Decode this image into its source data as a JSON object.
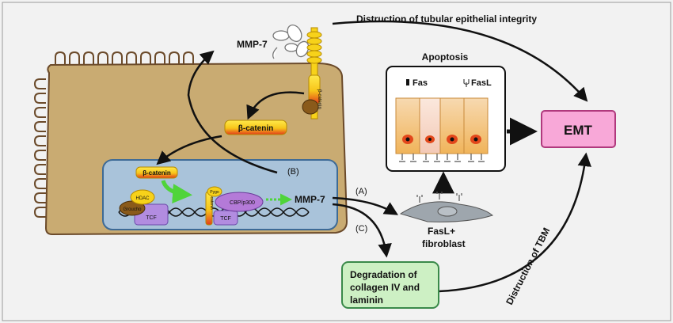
{
  "labels": {
    "mmp7_top": "MMP-7",
    "mmp7_nucleus": "MMP-7",
    "beta_catenin_cyto": "β-catenin",
    "beta_catenin_nucleus": "β-catenin",
    "beta_catenin_membrane": "β-catenin",
    "beta_catenin_complex": "β-catenin",
    "path_a": "(A)",
    "path_b": "(B)",
    "path_c": "(C)",
    "hdac": "HDAC",
    "groucho": "Groucho",
    "tcf_left": "TCF",
    "tcf_right": "TCF",
    "pygo": "Pygo",
    "cbp": "CBP/p300",
    "apoptosis": "Apoptosis",
    "fas": "Fas",
    "fasl": "FasL",
    "fasl_fibroblast_1": "FasL+",
    "fasl_fibroblast_2": "fibroblast",
    "emt": "EMT",
    "degradation_1": "Degradation of",
    "degradation_2": "collagen IV and",
    "degradation_3": "laminin",
    "tubular": "Distruction of tubular epithelial integrity",
    "tbm": "Distruction of TBM"
  },
  "colors": {
    "cell_fill": "#c9ab72",
    "cell_stroke": "#6b4a2a",
    "nucleus_fill": "#a9c3da",
    "nucleus_stroke": "#3d6a96",
    "emt_fill": "#f8a8d8",
    "emt_stroke": "#b0397d",
    "degradation_fill": "#cdf0c4",
    "degradation_stroke": "#3a8a4a",
    "arrow": "#111111",
    "green_arrow": "#4fd43a",
    "beta_catenin": "#f7d21a",
    "beta_catenin_red": "#e23b1b"
  }
}
